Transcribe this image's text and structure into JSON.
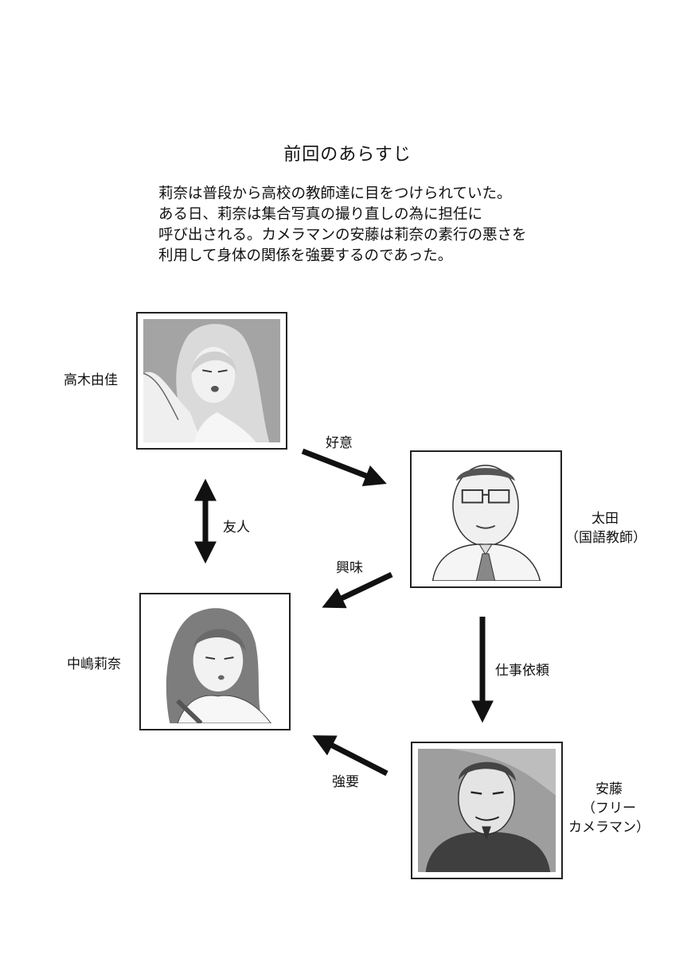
{
  "page": {
    "title": "前回のあらすじ",
    "summary_lines": [
      "莉奈は普段から高校の教師達に目をつけられていた。",
      "ある日、莉奈は集合写真の撮り直しの為に担任に",
      "呼び出される。カメラマンの安藤は莉奈の素行の悪さを",
      "利用して身体の関係を強要するのであった。"
    ]
  },
  "characters": {
    "takagi": {
      "name": "高木由佳"
    },
    "ota": {
      "name": "太田",
      "role": "（国語教師）"
    },
    "nakajima": {
      "name": "中嶋莉奈"
    },
    "ando": {
      "name": "安藤",
      "role_line1": "（フリー",
      "role_line2": "カメラマン）"
    }
  },
  "relations": {
    "takagi_to_ota": "好意",
    "takagi_nakajima": "友人",
    "ota_to_nakajima": "興味",
    "ota_to_ando": "仕事依頼",
    "ando_to_nakajima": "強要"
  },
  "colors": {
    "arrow": "#111111",
    "photo_bg": "#a9a9a9"
  }
}
